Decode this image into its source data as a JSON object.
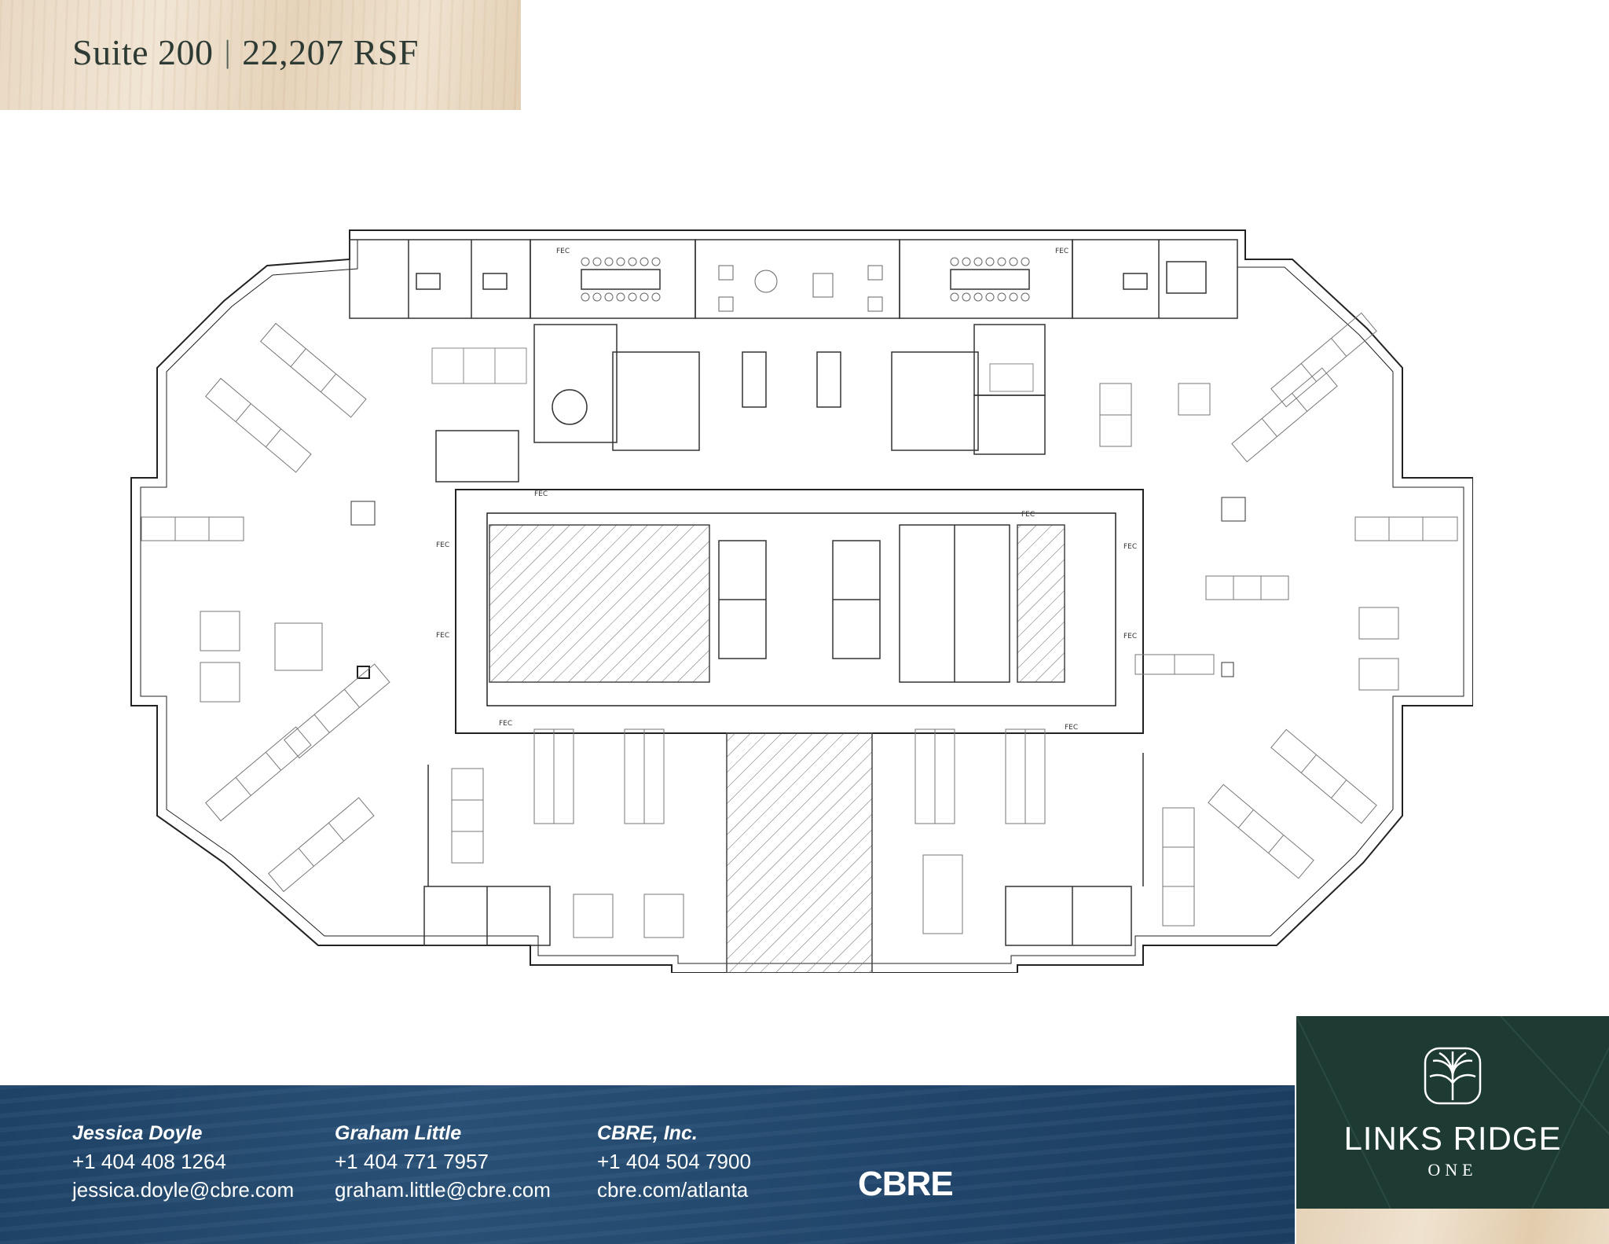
{
  "header": {
    "suite": "Suite 200",
    "separator": "|",
    "area": "22,207 RSF"
  },
  "floorplan": {
    "fec_label": "FEC"
  },
  "contacts": [
    {
      "name": "Jessica Doyle",
      "phone": "+1 404 408 1264",
      "email": "jessica.doyle@cbre.com"
    },
    {
      "name": "Graham Little",
      "phone": "+1 404 771 7957",
      "email": "graham.little@cbre.com"
    },
    {
      "name": "CBRE, Inc.",
      "phone": "+1 404 504 7900",
      "email": "cbre.com/atlanta"
    }
  ],
  "logos": {
    "cbre": "CBRE",
    "brand_name": "LINKS RIDGE",
    "brand_sub": "ONE"
  },
  "colors": {
    "footer_blue": "#23496f",
    "brand_green": "#1e3b33",
    "title_text": "#2e3b34",
    "wood": "#ecdcc5"
  }
}
